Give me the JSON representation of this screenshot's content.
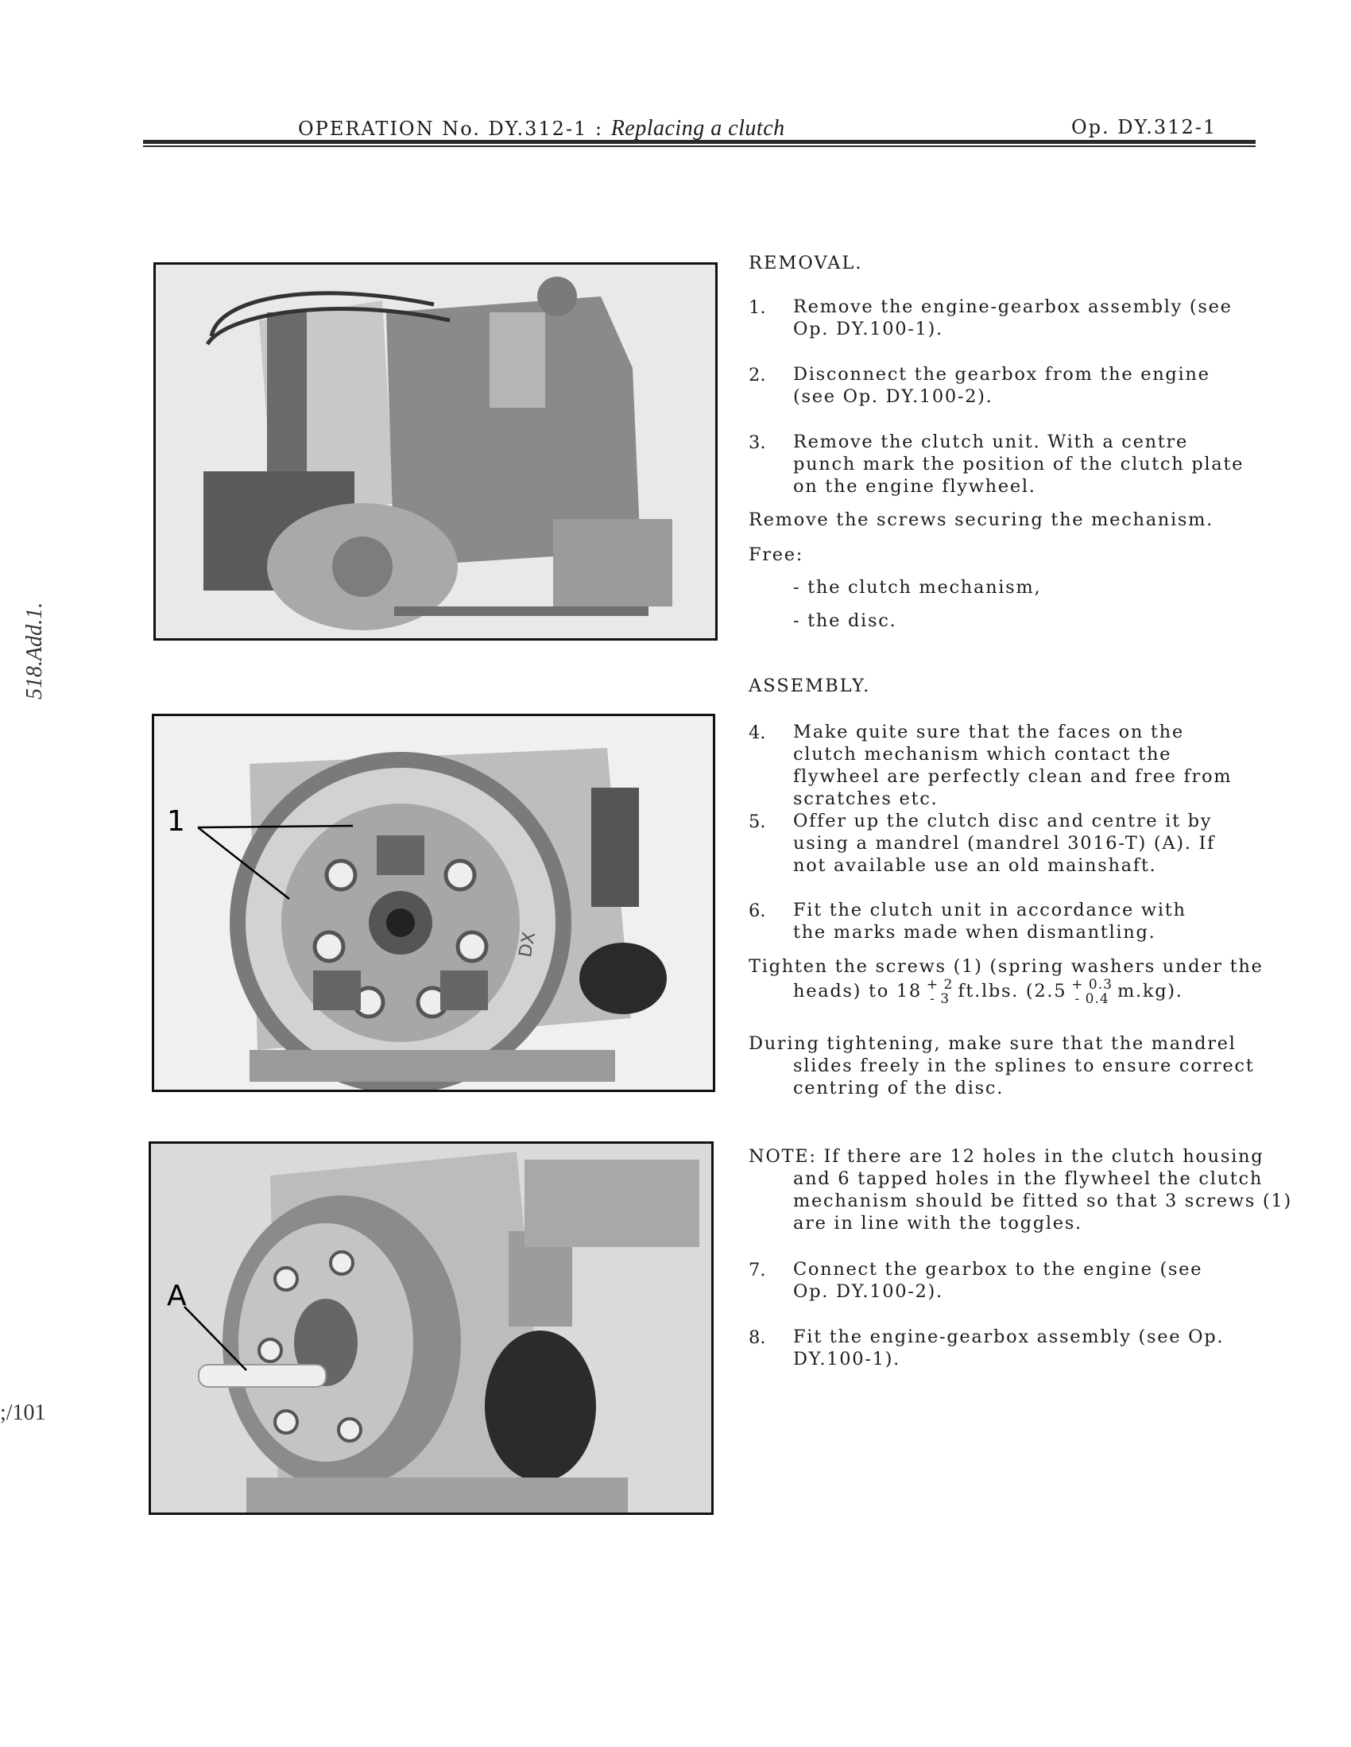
{
  "header": {
    "left_prefix": "OPERATION No. DY.312-1  :",
    "left_title": "Replacing a clutch",
    "right": "Op. DY.312-1"
  },
  "margin": {
    "code": "518.Add.1.",
    "page": ";/101"
  },
  "figures": {
    "fig2_callout": "1",
    "fig3_callout": "A",
    "fig2_stamp": "DX"
  },
  "removal": {
    "heading": "REMOVAL.",
    "steps": [
      {
        "num": "1.",
        "text": "Remove the engine-gearbox assembly (see Op. DY.100-1)."
      },
      {
        "num": "2.",
        "text": "Disconnect the gearbox from the engine (see Op. DY.100-2)."
      },
      {
        "num": "3.",
        "text": "Remove the clutch unit. With a centre punch mark the position of the clutch plate on the engine flywheel."
      }
    ],
    "note_screws": "Remove the screws securing the mechanism.",
    "free_label": "Free:",
    "free_items": [
      "- the clutch mechanism,",
      "- the disc."
    ]
  },
  "assembly": {
    "heading": "ASSEMBLY.",
    "steps": [
      {
        "num": "4.",
        "text": "Make quite sure that the faces on the clutch mechanism which contact the flywheel are perfectly clean and free from scratches etc."
      },
      {
        "num": "5.",
        "text": "Offer up the clutch disc and centre it by using a mandrel (mandrel 3016-T) (A). If not available use an old mainshaft."
      },
      {
        "num": "6.",
        "text": "Fit the clutch unit in accordance with the marks made when dismantling."
      }
    ],
    "tighten_line1": "Tighten the screws (1) (spring washers under the",
    "tighten_line2_a": "heads) to 18",
    "tol1_plus": "+ 2",
    "tol1_minus": "- 3",
    "tighten_line2_b": "ft.lbs. (2.5",
    "tol2_plus": "+ 0.3",
    "tol2_minus": "- 0.4",
    "tighten_line2_c": "m.kg).",
    "during": "During tightening, make sure that the mandrel slides freely in the splines to ensure correct centring of the disc.",
    "note_label": "NOTE:",
    "note_text": "If there are 12 holes in the clutch housing and 6 tapped holes in the flywheel the clutch mechanism should be fitted so that 3 screws (1) are in line with the toggles.",
    "steps2": [
      {
        "num": "7.",
        "text": "Connect the gearbox to the engine (see Op. DY.100-2)."
      },
      {
        "num": "8.",
        "text": "Fit the engine-gearbox assembly (see Op. DY.100-1)."
      }
    ]
  }
}
